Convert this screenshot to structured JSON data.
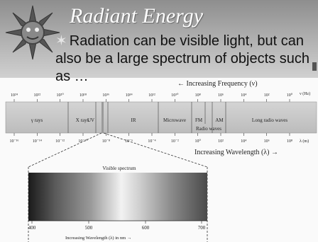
{
  "slide": {
    "title": "Radiant Energy",
    "bullet": "Radiation can be visible light, but can also be a large spectrum of objects such as …"
  },
  "spectrum": {
    "frequency_label": "← Increasing Frequency (ν)",
    "frequency_unit": "ν (Hz)",
    "frequency_ticks": [
      "10²⁴",
      "10²²",
      "10²⁰",
      "10¹⁸",
      "10¹⁶",
      "10¹⁴",
      "10¹²",
      "10¹⁰",
      "10⁸",
      "10⁶",
      "10⁴",
      "10²",
      "10⁰"
    ],
    "wavelength_ticks": [
      "10⁻¹⁶",
      "10⁻¹⁴",
      "10⁻¹²",
      "10⁻¹⁰",
      "10⁻⁸",
      "10⁻⁶",
      "10⁻⁴",
      "10⁻²",
      "10⁰",
      "10²",
      "10⁴",
      "10⁶",
      "10⁸"
    ],
    "wavelength_unit": "λ (m)",
    "wavelength_label": "Increasing Wavelength (λ) →",
    "regions": [
      "γ rays",
      "X rays",
      "UV",
      "IR",
      "Microwave",
      "FM",
      "AM",
      "Long radio waves"
    ],
    "radio_label": "Radio waves"
  },
  "visible": {
    "title": "Visible spectrum",
    "ticks": [
      "400",
      "500",
      "600",
      "700"
    ],
    "axis_label": "Increasing Wavelength (λ) in nm →"
  }
}
